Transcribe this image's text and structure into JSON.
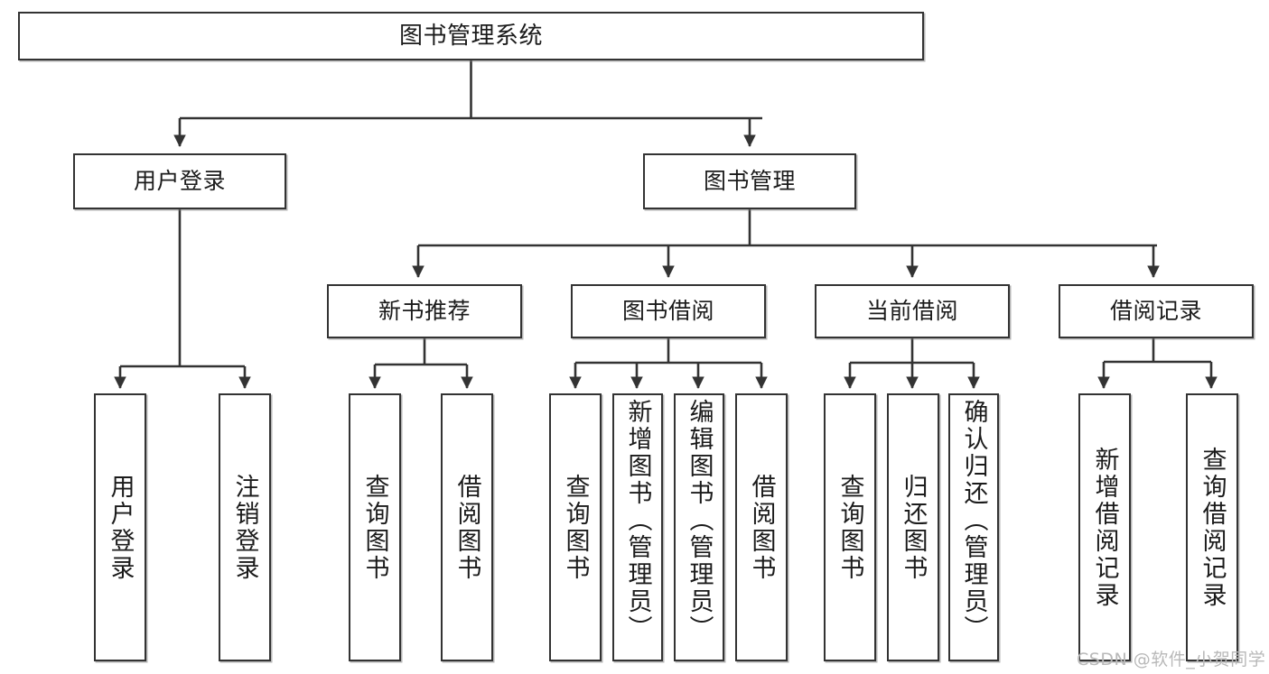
{
  "diagram": {
    "type": "tree",
    "title": "图书管理系统",
    "orientation": "top-down",
    "levels": 4,
    "colors": {
      "box_border": "#333333",
      "box_fill": "#ffffff",
      "connector": "#333333",
      "text": "#1b1b1b",
      "watermark": "#b9b9b9",
      "background": "#ffffff"
    }
  },
  "nodes": {
    "root": {
      "label": "图书管理系统"
    },
    "level2": [
      {
        "label": "用户登录"
      },
      {
        "label": "图书管理"
      }
    ],
    "level3": [
      {
        "label": "新书推荐"
      },
      {
        "label": "图书借阅"
      },
      {
        "label": "当前借阅"
      },
      {
        "label": "借阅记录"
      }
    ],
    "leaves_user_login": [
      {
        "label": "用户登录"
      },
      {
        "label": "注销登录"
      }
    ],
    "leaves_new_book": [
      {
        "label": "查询图书"
      },
      {
        "label": "借阅图书"
      }
    ],
    "leaves_book_borrow": [
      {
        "label": "查询图书"
      },
      {
        "label": "新增图书（管理员）"
      },
      {
        "label": "编辑图书（管理员）"
      },
      {
        "label": "借阅图书"
      }
    ],
    "leaves_current_borrow": [
      {
        "label": "查询图书"
      },
      {
        "label": "归还图书"
      },
      {
        "label": "确认归还（管理员）"
      }
    ],
    "leaves_borrow_record": [
      {
        "label": "新增借阅记录"
      },
      {
        "label": "查询借阅记录"
      }
    ]
  },
  "watermark": {
    "text": "CSDN @软件_小贺同学"
  },
  "chart_data": {
    "type": "table",
    "title": "图书管理系统 功能结构图",
    "edges": [
      {
        "from": "图书管理系统",
        "to": "用户登录"
      },
      {
        "from": "图书管理系统",
        "to": "图书管理"
      },
      {
        "from": "用户登录",
        "to": "用户登录"
      },
      {
        "from": "用户登录",
        "to": "注销登录"
      },
      {
        "from": "图书管理",
        "to": "新书推荐"
      },
      {
        "from": "图书管理",
        "to": "图书借阅"
      },
      {
        "from": "图书管理",
        "to": "当前借阅"
      },
      {
        "from": "图书管理",
        "to": "借阅记录"
      },
      {
        "from": "新书推荐",
        "to": "查询图书"
      },
      {
        "from": "新书推荐",
        "to": "借阅图书"
      },
      {
        "from": "图书借阅",
        "to": "查询图书"
      },
      {
        "from": "图书借阅",
        "to": "新增图书（管理员）"
      },
      {
        "from": "图书借阅",
        "to": "编辑图书（管理员）"
      },
      {
        "from": "图书借阅",
        "to": "借阅图书"
      },
      {
        "from": "当前借阅",
        "to": "查询图书"
      },
      {
        "from": "当前借阅",
        "to": "归还图书"
      },
      {
        "from": "当前借阅",
        "to": "确认归还（管理员）"
      },
      {
        "from": "借阅记录",
        "to": "新增借阅记录"
      },
      {
        "from": "借阅记录",
        "to": "查询借阅记录"
      }
    ]
  }
}
